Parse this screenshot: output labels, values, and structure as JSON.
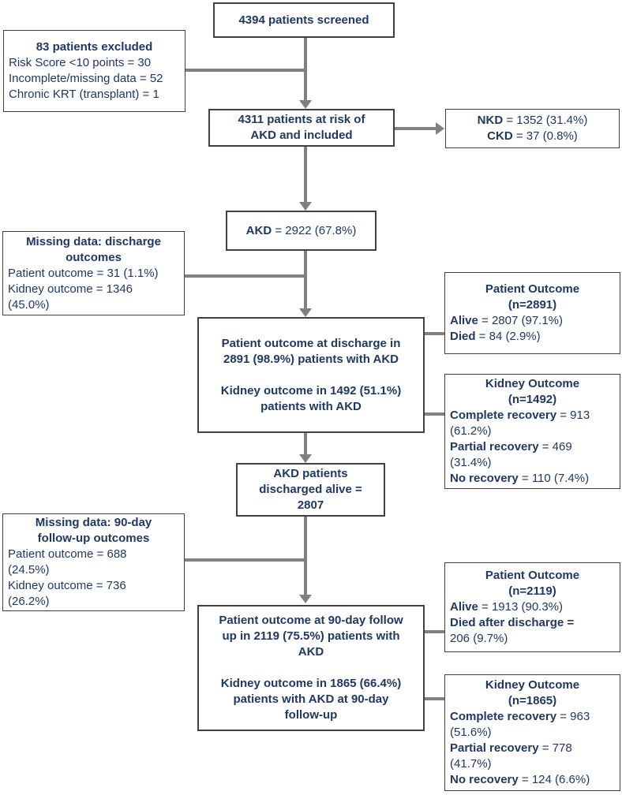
{
  "colors": {
    "text": "#1f3864",
    "box_border": "#404040",
    "connector": "#808080",
    "background": "#ffffff"
  },
  "boxes": {
    "screened": {
      "lines": [
        "4394 patients screened"
      ]
    },
    "excluded": {
      "title": "83 patients excluded",
      "items": [
        "Risk Score <10 points = 30",
        "Incomplete/missing data = 52",
        "Chronic KRT (transplant) = 1"
      ]
    },
    "included": {
      "lines": [
        "4311 patients at risk of",
        "AKD and included"
      ]
    },
    "nkd_ckd": {
      "rows": [
        {
          "bold": "NKD",
          "text": " = 1352 (31.4%)"
        },
        {
          "bold": "CKD",
          "text": " = 37 (0.8%)"
        }
      ]
    },
    "akd": {
      "rows": [
        {
          "bold": "AKD",
          "text": " = 2922 (67.8%)"
        }
      ]
    },
    "missing_discharge": {
      "title_lines": [
        "Missing data: discharge",
        "outcomes"
      ],
      "items": [
        "Patient outcome = 31 (1.1%)",
        "Kidney outcome = 1346",
        "(45.0%)"
      ]
    },
    "discharge": {
      "para1_lines": [
        "Patient outcome at discharge in",
        "2891 (98.9%) patients with AKD"
      ],
      "para2_lines": [
        "Kidney outcome in 1492 (51.1%)",
        "patients with AKD"
      ]
    },
    "patient_outcome_discharge": {
      "title": "Patient Outcome",
      "subtitle": "(n=2891)",
      "rows": [
        {
          "bold": "Alive",
          "text": " = 2807 (97.1%)"
        },
        {
          "bold": "Died",
          "text": " = 84 (2.9%)"
        }
      ]
    },
    "kidney_outcome_discharge": {
      "title": "Kidney Outcome",
      "subtitle": "(n=1492)",
      "rows": [
        {
          "bold": "Complete recovery",
          "text": " = 913"
        },
        {
          "bold": "",
          "text": "(61.2%)"
        },
        {
          "bold": "Partial recovery",
          "text": " = 469"
        },
        {
          "bold": "",
          "text": "(31.4%)"
        },
        {
          "bold": "No recovery",
          "text": " = 110 (7.4%)"
        }
      ]
    },
    "discharged_alive": {
      "lines": [
        "AKD patients",
        "discharged alive =",
        "2807"
      ]
    },
    "missing_90day": {
      "title_lines": [
        "Missing data: 90-day",
        "follow-up outcomes"
      ],
      "items": [
        "Patient outcome = 688",
        "(24.5%)",
        "Kidney outcome = 736",
        "(26.2%)"
      ]
    },
    "followup": {
      "para1_lines": [
        "Patient outcome at 90-day follow",
        "up in 2119 (75.5%) patients with",
        "AKD"
      ],
      "para2_lines": [
        "Kidney outcome in 1865 (66.4%)",
        "patients with AKD at 90-day",
        "follow-up"
      ]
    },
    "patient_outcome_90day": {
      "title": "Patient Outcome",
      "subtitle": "(n=2119)",
      "rows": [
        {
          "bold": "Alive",
          "text": " = 1913 (90.3%)"
        },
        {
          "bold": "Died after discharge =",
          "text": ""
        },
        {
          "bold": "",
          "text": "206 (9.7%)"
        }
      ]
    },
    "kidney_outcome_90day": {
      "title": "Kidney Outcome",
      "subtitle": "(n=1865)",
      "rows": [
        {
          "bold": "Complete recovery",
          "text": " = 963"
        },
        {
          "bold": "",
          "text": "(51.6%)"
        },
        {
          "bold": "Partial recovery",
          "text": " = 778"
        },
        {
          "bold": "",
          "text": "(41.7%)"
        },
        {
          "bold": "No recovery",
          "text": " = 124 (6.6%)"
        }
      ]
    }
  }
}
